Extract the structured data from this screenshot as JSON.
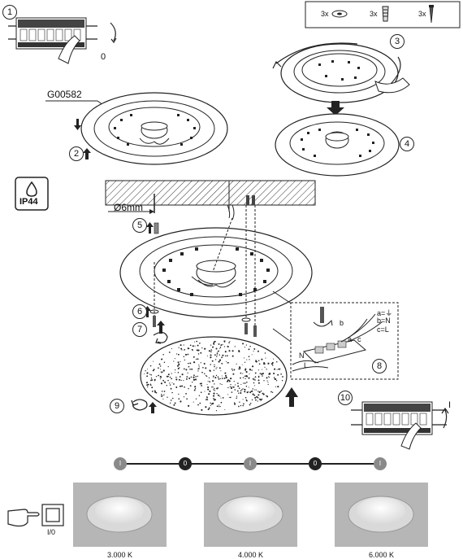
{
  "accessories_box": {
    "items": [
      {
        "qty": "3x",
        "icon": "washer-icon"
      },
      {
        "qty": "3x",
        "icon": "wall-plug-icon"
      },
      {
        "qty": "3x",
        "icon": "screw-icon"
      }
    ]
  },
  "steps": {
    "s1": "1",
    "s2": "2",
    "s3": "3",
    "s4": "4",
    "s5": "5",
    "s6": "6",
    "s7": "7",
    "s8": "8",
    "s9": "9",
    "s10": "10"
  },
  "switch_off_label": "0",
  "switch_on_label": "I",
  "model_code": "G00582",
  "ip_rating": "IP44",
  "drill_diameter": "Ø6mm",
  "wiring_legend": {
    "a": "a=⏚",
    "b": "b=N",
    "c": "c=L",
    "wire_a": "a",
    "wire_b": "b",
    "wire_c": "c",
    "terminal_n": "N",
    "terminal_l": "L"
  },
  "sequence": [
    "I",
    "0",
    "I",
    "0",
    "I"
  ],
  "switch_panel_label": "I/0",
  "color_temps": [
    "3.000 K",
    "4.000 K",
    "6.000 K"
  ],
  "colors": {
    "line": "#222222",
    "photo_bg": "#b4b4b4",
    "dot_dark": "#222222",
    "dot_grey": "#8a8a8a"
  }
}
